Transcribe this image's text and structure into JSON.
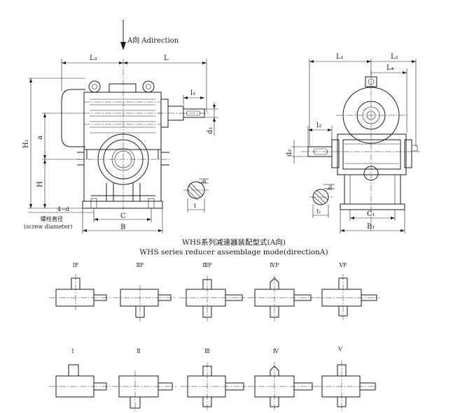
{
  "direction_label": "A向  Adirection",
  "front_view": {
    "dims": {
      "L3": "L₃",
      "L": "L",
      "l1": "l₁",
      "d1": "d₁",
      "H1": "H₁",
      "a": "a",
      "H": "H",
      "C": "C",
      "B": "B",
      "hole": "4−d",
      "b": "b",
      "t": "t"
    },
    "bolt_label_cn": "螺栓直径",
    "bolt_label_en": "(screw  diameter)"
  },
  "side_view": {
    "dims": {
      "L1": "L₁",
      "L2": "L₂",
      "L4": "L₄",
      "l2": "l₂",
      "d2": "d₂",
      "b1": "b₁",
      "t1": "t₁",
      "C1": "C₁",
      "B1": "B₁"
    }
  },
  "caption": {
    "cn": "WHS系列减速器装配型式(A向)",
    "en": "WHS  series  reducer  assemblage  mode(directionA)"
  },
  "modes_row1": [
    "ⅠF",
    "ⅡF",
    "ⅢF",
    "ⅣF",
    "ⅤF"
  ],
  "modes_row2": [
    "Ⅰ",
    "Ⅱ",
    "Ⅲ",
    "Ⅳ",
    "Ⅴ"
  ]
}
